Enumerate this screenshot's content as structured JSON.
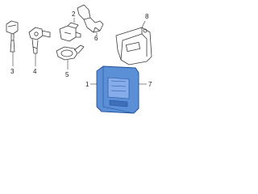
{
  "callouts": {
    "c1": "1",
    "c2": "2",
    "c3": "3",
    "c4": "4",
    "c5": "5",
    "c6": "6",
    "c7": "7",
    "c8": "8"
  },
  "colors": {
    "line": "#3a3a3a",
    "highlight_fill": "#5b8fd6",
    "highlight_stroke": "#1f4f9a",
    "background": "#ffffff"
  }
}
